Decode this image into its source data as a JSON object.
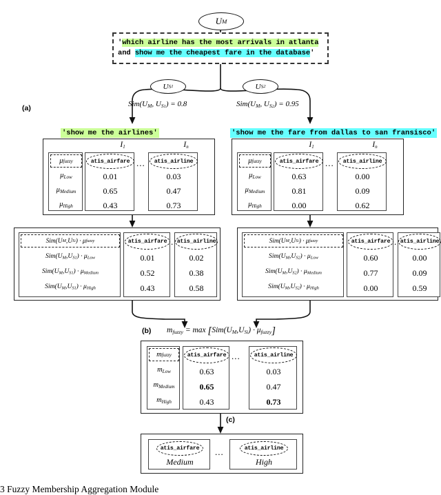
{
  "figure": {
    "caption": "3  Fuzzy Membership Aggregation Module",
    "tags": {
      "a": "(a)",
      "b": "(b)",
      "c": "(c)"
    }
  },
  "root": {
    "node_label": "U",
    "node_sub": "M",
    "query": {
      "line1_quote": "'",
      "line1_green": "which airline has the most arrivals in atlanta",
      "line2_plain": " and ",
      "line2_cyan": "show me the cheapest fare in the database",
      "line2_quote": "'"
    }
  },
  "branches": [
    {
      "node_label": "U",
      "node_sub": "S",
      "node_sub2": "1",
      "sim_text": "Sim(U  , U   ) = 0.8",
      "sim_value": "0.8",
      "sentence": "'show me the airlines'",
      "highlight": "green",
      "table_a": {
        "col_headers": [
          "I",
          "I"
        ],
        "col_header_subs": [
          "1",
          "n"
        ],
        "fuzzy_label": "μ",
        "fuzzy_sub": "fuzzy",
        "row_labels": [
          "μ",
          "μ",
          "μ"
        ],
        "row_subs": [
          "Low",
          "Medium",
          "High"
        ],
        "attrs": [
          "atis_airfare",
          "atis_airline"
        ],
        "values": [
          [
            "0.01",
            "0.03"
          ],
          [
            "0.65",
            "0.47"
          ],
          [
            "0.43",
            "0.73"
          ]
        ]
      },
      "table_b": {
        "hdr_prefix": "Sim(U  , U   ) · μ",
        "hdr_fuzzy": "fuzzy",
        "rows": [
          "Low",
          "Medium",
          "High"
        ],
        "attrs": [
          "atis_airfare",
          "atis_airline"
        ],
        "values": [
          [
            "0.01",
            "0.02"
          ],
          [
            "0.52",
            "0.38"
          ],
          [
            "0.43",
            "0.58"
          ]
        ]
      }
    },
    {
      "node_label": "U",
      "node_sub": "S",
      "node_sub2": "2",
      "sim_text": "Sim(U  , U   ) = 0.95",
      "sim_value": "0.95",
      "sentence": "'show me the fare from dallas to san fransisco'",
      "highlight": "cyan",
      "table_a": {
        "col_headers": [
          "I",
          "I"
        ],
        "col_header_subs": [
          "1",
          "n"
        ],
        "fuzzy_label": "μ",
        "fuzzy_sub": "fuzzy",
        "row_labels": [
          "μ",
          "μ",
          "μ"
        ],
        "row_subs": [
          "Low",
          "Medium",
          "High"
        ],
        "attrs": [
          "atis_airfare",
          "atis_airline"
        ],
        "values": [
          [
            "0.63",
            "0.00"
          ],
          [
            "0.81",
            "0.09"
          ],
          [
            "0.00",
            "0.62"
          ]
        ]
      },
      "table_b": {
        "hdr_prefix": "Sim(U  , U   ) · μ",
        "hdr_fuzzy": "fuzzy",
        "rows": [
          "Low",
          "Medium",
          "High"
        ],
        "attrs": [
          "atis_airfare",
          "atis_airline"
        ],
        "values": [
          [
            "0.60",
            "0.00"
          ],
          [
            "0.77",
            "0.09"
          ],
          [
            "0.00",
            "0.59"
          ]
        ]
      }
    }
  ],
  "aggregate": {
    "formula_m": "m",
    "formula_sub": "fuzzy",
    "formula_eq": "= max",
    "formula_body": "Sim(U  , U  ) · μ",
    "m_label": "m",
    "m_sub": "fuzzy",
    "row_labels": [
      "m",
      "m",
      "m"
    ],
    "row_subs": [
      "Low",
      "Medium",
      "High"
    ],
    "attrs": [
      "atis_airfare",
      "atis_airline"
    ],
    "values": [
      [
        "0.63",
        "0.03"
      ],
      [
        "0.65",
        "0.47"
      ],
      [
        "0.43",
        "0.73"
      ]
    ],
    "bold": [
      [
        false,
        false
      ],
      [
        true,
        false
      ],
      [
        false,
        true
      ]
    ]
  },
  "result": {
    "attrs": [
      "atis_airfare",
      "atis_airline"
    ],
    "labels": [
      "Medium",
      "High"
    ],
    "dots": "..."
  },
  "glyphs": {
    "dots": "..."
  },
  "colors": {
    "green": "#ccff99",
    "cyan": "#66ffff",
    "stroke": "#111111"
  }
}
